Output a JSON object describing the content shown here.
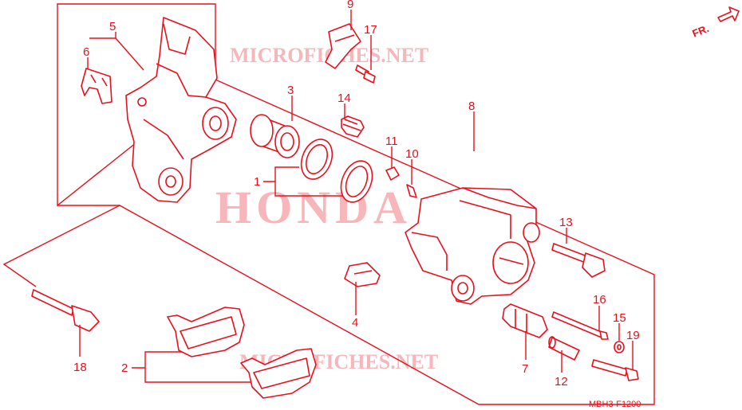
{
  "watermarks": {
    "top": "MICROFICHES.NET",
    "center": "HONDA",
    "bottom": "MICROFICHES.NET"
  },
  "direction_label": "FR.",
  "diagram_code": "MBH3-F1200",
  "callouts": {
    "c1": "1",
    "c2": "2",
    "c3": "3",
    "c4": "4",
    "c5": "5",
    "c6": "6",
    "c7": "7",
    "c8": "8",
    "c9": "9",
    "c10": "10",
    "c11": "11",
    "c12": "12",
    "c13": "13",
    "c14": "14",
    "c15": "15",
    "c16": "16",
    "c17": "17",
    "c18": "18",
    "c19": "19"
  },
  "colors": {
    "line": "#e8101c",
    "watermark": "#f7b6ba",
    "background": "#ffffff"
  }
}
